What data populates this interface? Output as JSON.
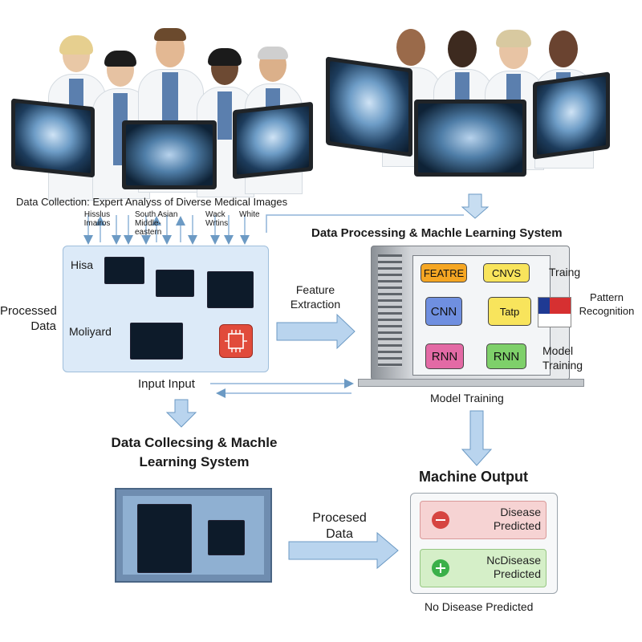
{
  "header": {
    "collection_title": "Data Collection: Expert Analyss of Diverse Medical Images",
    "groups": [
      "Hisslus Imairos",
      "South Asian Middle-eastern",
      "Wack Wrtins",
      "White"
    ]
  },
  "left_panel": {
    "side_label": "Processed Data",
    "row1_label": "Hisa",
    "row2_label": "Moliyard"
  },
  "feature_label": "Feature Extraction",
  "system": {
    "title": "Data Processing & Machle Learning System",
    "nodes": {
      "featre": "FEATRE",
      "cnvs": "CNVS",
      "cnn": "CNN",
      "tatp": "Tatp",
      "rnn1": "RNN",
      "rnn2": "RNN"
    },
    "traing": "Traing",
    "pattern": "Pattern Recognition",
    "model_training_side": "Model Training",
    "model_training_bottom": "Model Training"
  },
  "input_label": "Input Input",
  "collecsing_title": "Data Collecsing & Machle Learning System",
  "procesed_label": "Procesed Data",
  "output": {
    "title": "Machine Output",
    "disease": "Disease Predicted",
    "no_disease": "NcDisease Predicted",
    "footer": "No Disease Predicted"
  },
  "colors": {
    "arrow": "#a9c8e6",
    "arrow_stroke": "#6c9ac4",
    "node_orange": "#f5a623",
    "node_yellow": "#f8e45c",
    "node_blue": "#6f8fe0",
    "node_pink": "#e36aa5",
    "node_green": "#7ed06a",
    "disease_bg": "#f6d3d3",
    "no_disease_bg": "#d5efc8"
  },
  "icons": [
    "minus-circle-icon",
    "plus-circle-icon",
    "flag-icon",
    "network-chip-icon"
  ]
}
